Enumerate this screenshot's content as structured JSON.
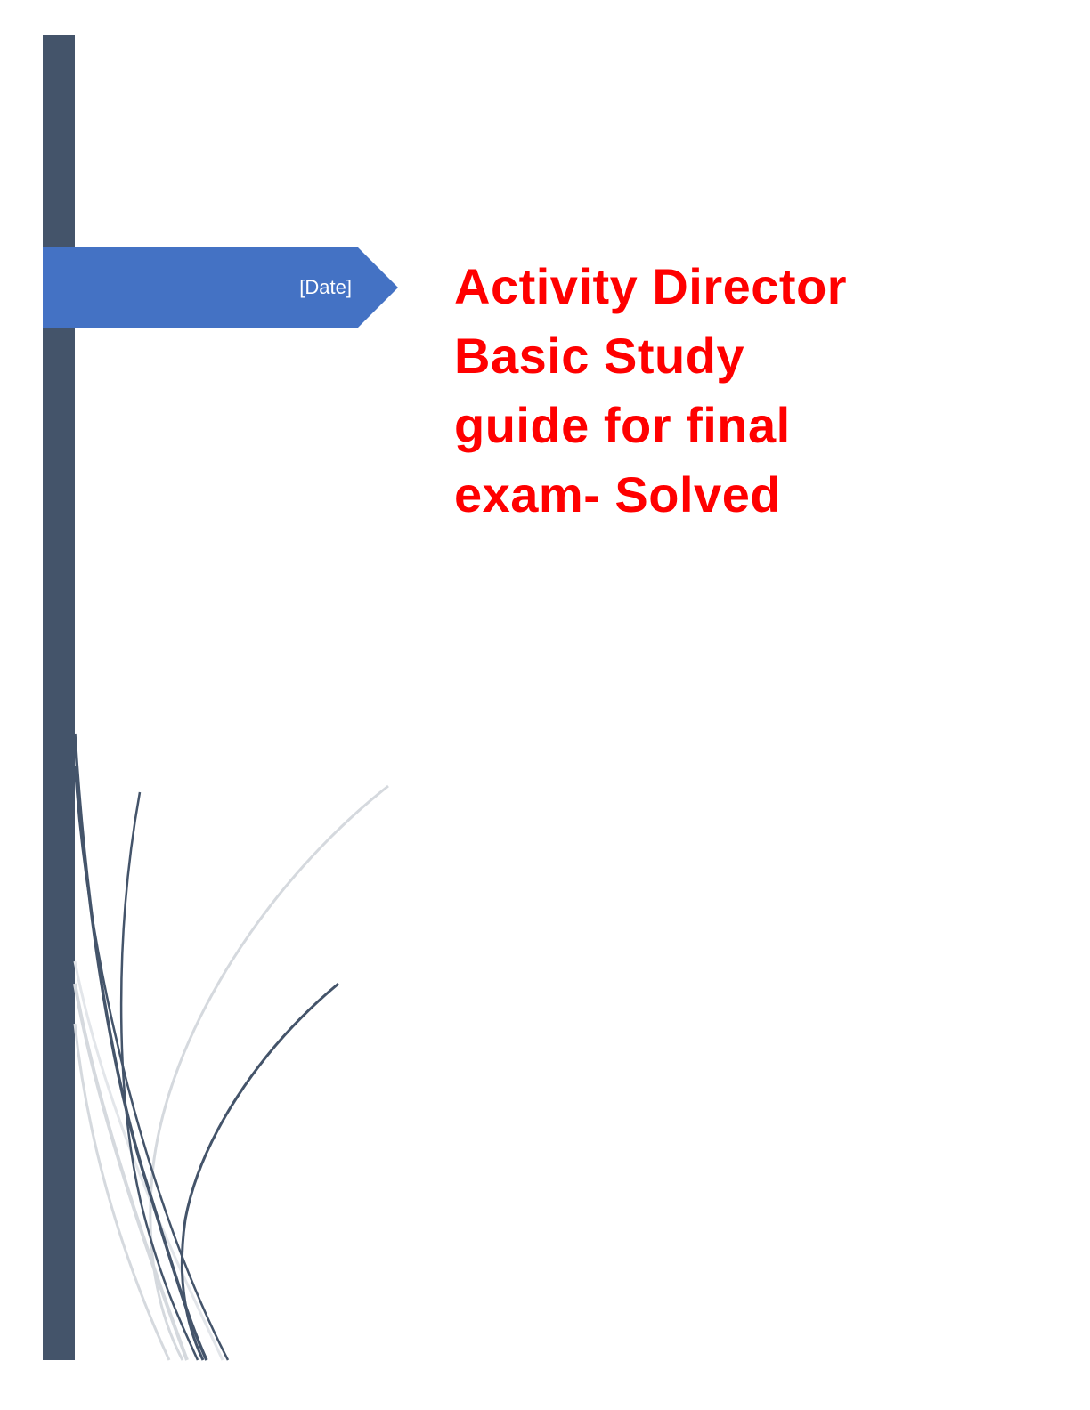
{
  "cover": {
    "date_placeholder": "[Date]",
    "title_lines": [
      "Activity Director",
      "Basic Study",
      "guide for final",
      "exam- Solved"
    ]
  },
  "colors": {
    "sidebar": "#44546a",
    "banner": "#4472c4",
    "title": "#ff0000",
    "swoosh_dark": "#44546a",
    "swoosh_light": "#d5d9de"
  },
  "decorations": {
    "banner_shape": "right-pointing arrow tab",
    "swoosh": "decorative curved lines"
  }
}
